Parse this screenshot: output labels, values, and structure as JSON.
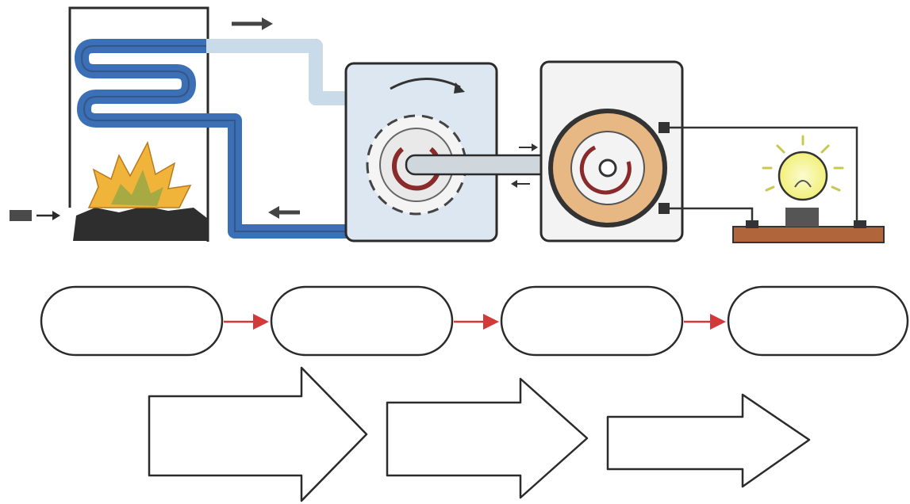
{
  "diagram": {
    "illustration": {
      "stages": [
        "boiler",
        "turbine",
        "generator",
        "lamp"
      ],
      "colors": {
        "outline": "#2b2b2b",
        "water": "#3b6fb6",
        "water_light": "#9ab8d8",
        "steam": "#c9dbe8",
        "flame_outer": "#f0b43a",
        "flame_inner": "#9aa845",
        "coal": "#2e2e2e",
        "turbine_red": "#8a2a2a",
        "generator_ring": "#e8b884",
        "bulb_glow": "#f2f07a",
        "lamp_base": "#b0663a"
      }
    },
    "answer_boxes": [
      "",
      "",
      "",
      ""
    ],
    "energy_arrows": [
      "",
      "",
      ""
    ],
    "connector_color": "#d23a3a"
  }
}
